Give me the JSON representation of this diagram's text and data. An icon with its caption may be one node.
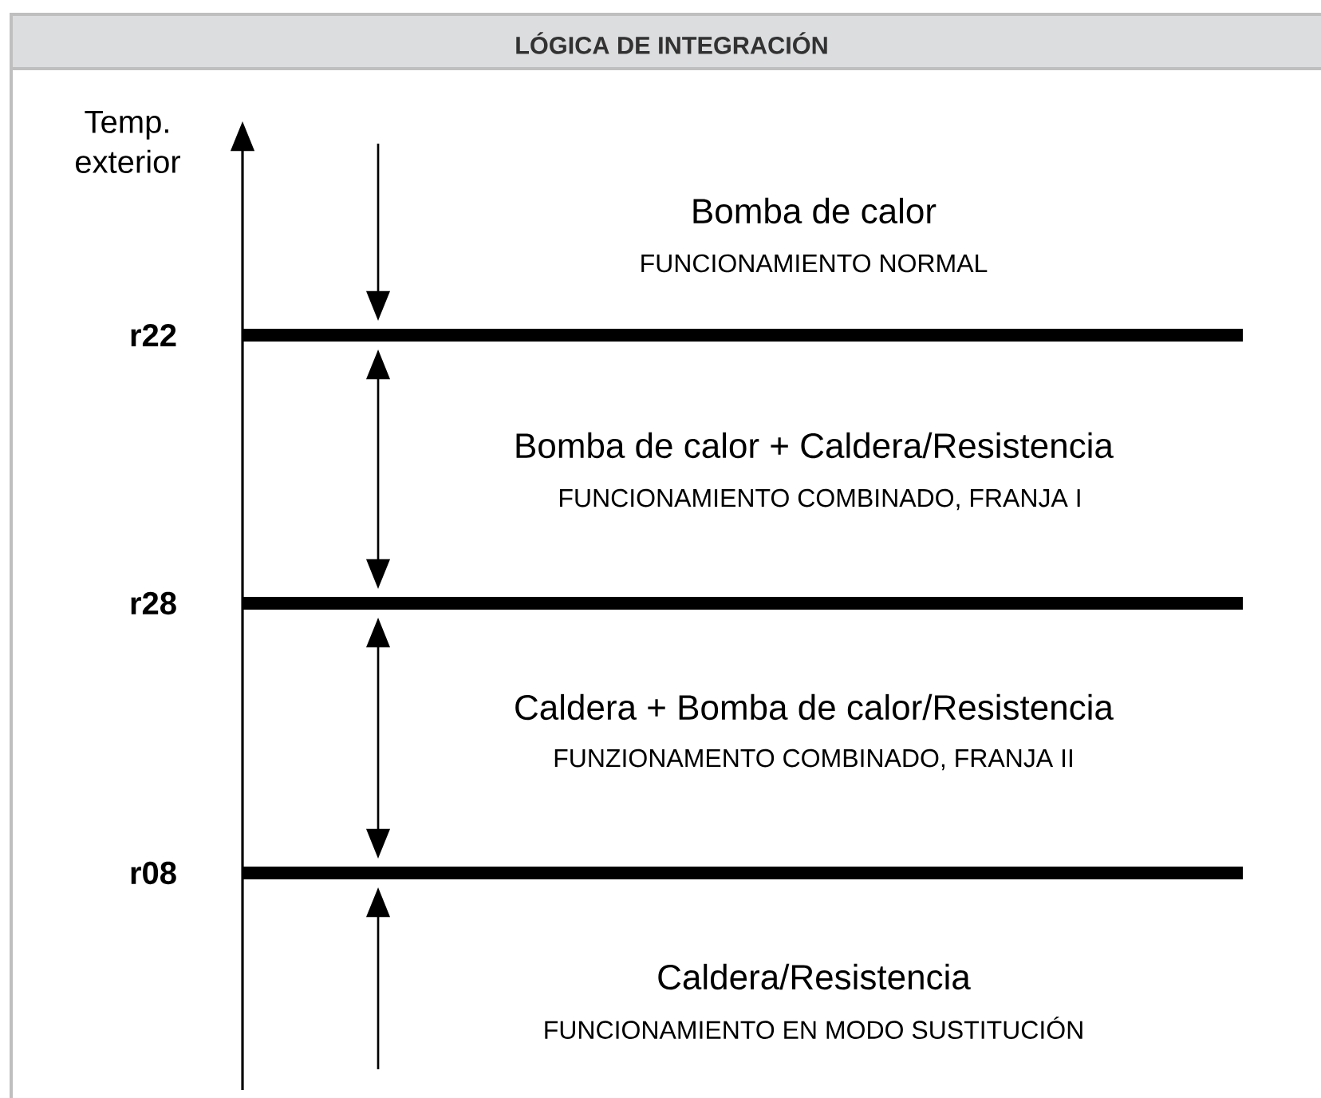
{
  "diagram": {
    "title": "LÓGICA DE INTEGRACIÓN",
    "labels": [
      "Temp. exterior",
      "Bomba de calor",
      "FUNCIONAMIENTO NORMAL",
      "r22",
      "Bomba de calor + Caldera/Resistencia",
      "FUNCIONAMIENTO COMBINADO, FRANJA I",
      "r28",
      "Caldera + Bomba de calor/Resistencia",
      "FUNZIONAMENTO COMBINADO, FRANJA II",
      "r08",
      "Caldera/Resistencia",
      "FUNCIONAMIENTO EN MODO SUSTITUCIÓN"
    ]
  }
}
